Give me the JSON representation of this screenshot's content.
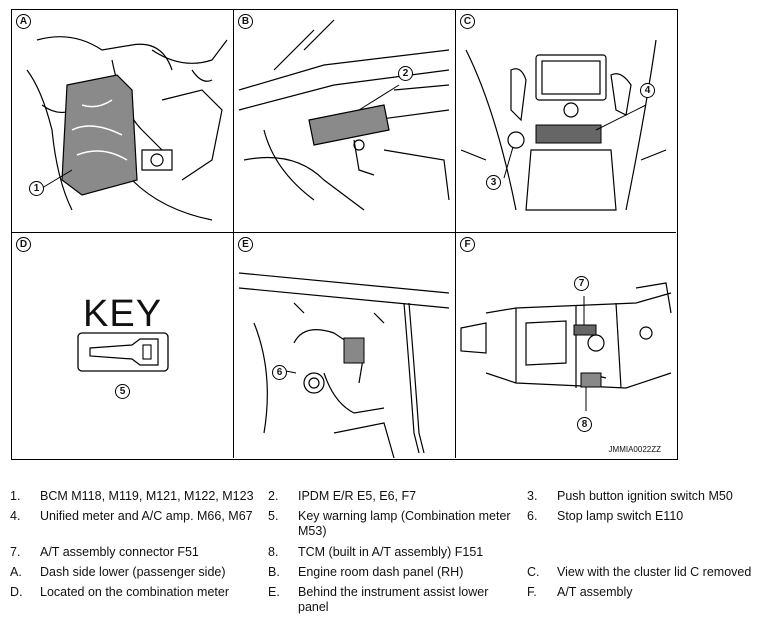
{
  "panels": {
    "A": {
      "label": "A",
      "callouts": [
        "1"
      ]
    },
    "B": {
      "label": "B",
      "callouts": [
        "2"
      ]
    },
    "C": {
      "label": "C",
      "callouts": [
        "3",
        "4"
      ]
    },
    "D": {
      "label": "D",
      "key_text": "KEY",
      "callouts": [
        "5"
      ]
    },
    "E": {
      "label": "E",
      "callouts": [
        "6"
      ]
    },
    "F": {
      "label": "F",
      "callouts": [
        "7",
        "8"
      ]
    }
  },
  "figure_code": "JMMIA0022ZZ",
  "legend": [
    [
      {
        "n": "1.",
        "t": "BCM M118, M119, M121, M122, M123"
      },
      {
        "n": "2.",
        "t": "IPDM E/R E5, E6, F7"
      },
      {
        "n": "3.",
        "t": "Push button ignition switch M50"
      }
    ],
    [
      {
        "n": "4.",
        "t": "Unified meter and A/C amp. M66, M67"
      },
      {
        "n": "5.",
        "t": "Key warning lamp (Combination meter M53)"
      },
      {
        "n": "6.",
        "t": "Stop lamp switch E110"
      }
    ],
    [
      {
        "n": "7.",
        "t": "A/T assembly connector F51"
      },
      {
        "n": "8.",
        "t": "TCM (built in A/T assembly) F151"
      },
      {
        "n": "",
        "t": ""
      }
    ],
    [
      {
        "n": "A.",
        "t": "Dash side lower (passenger side)"
      },
      {
        "n": "B.",
        "t": "Engine room dash panel (RH)"
      },
      {
        "n": "C.",
        "t": "View with the cluster lid C removed"
      }
    ],
    [
      {
        "n": "D.",
        "t": "Located on the combination meter"
      },
      {
        "n": "E.",
        "t": "Behind the instrument assist lower panel"
      },
      {
        "n": "F.",
        "t": "A/T assembly"
      }
    ]
  ]
}
